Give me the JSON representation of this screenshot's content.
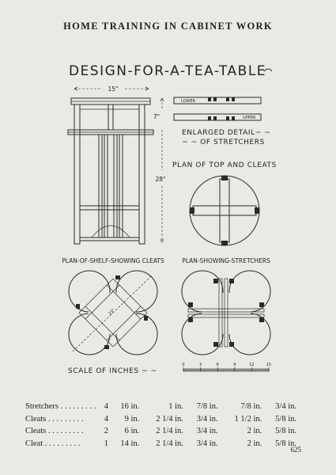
{
  "header": {
    "running_title": "HOME TRAINING IN CABINET WORK"
  },
  "drawing": {
    "title": "DESIGN-FOR-A-TEA-TABLE",
    "width_dim": "15\"",
    "height_dim": "28\"",
    "upper_dim": "7\"",
    "detail_lower": "LOWER",
    "detail_upper": "UPPER",
    "detail_caption_1": "ENLARGED DETAIL~ ~",
    "detail_caption_2": "~ ~ OF STRETCHERS",
    "plan_top_caption": "PLAN OF TOP AND CLEATS",
    "plan_shelf_caption": "PLAN-OF-SHELF-SHOWING CLEATS",
    "plan_stretchers_caption": "PLAN-SHOWING-STRETCHERS",
    "shelf_dim": "23\"",
    "scale_caption": "SCALE OF INCHES ~ ~",
    "scale_ticks": [
      "0",
      "3",
      "6",
      "9",
      "12",
      "15"
    ]
  },
  "materials": [
    {
      "part": "Stretchers",
      "qty": "4",
      "length": "16 in.",
      "width": "1 in.",
      "thick": "7/8 in.",
      "fin_w": "7/8 in.",
      "fin_t": "3/4 in."
    },
    {
      "part": "Cleats",
      "qty": "4",
      "length": "9 in.",
      "width": "2 1/4 in.",
      "thick": "3/4 in.",
      "fin_w": "1 1/2 in.",
      "fin_t": "5/8 in."
    },
    {
      "part": "Cleats",
      "qty": "2",
      "length": "6 in.",
      "width": "2 1/4 in.",
      "thick": "3/4 in.",
      "fin_w": "2 in.",
      "fin_t": "5/8 in."
    },
    {
      "part": "Cleat",
      "qty": "1",
      "length": "14 in.",
      "width": "2 1/4 in.",
      "thick": "3/4 in.",
      "fin_w": "2 in.",
      "fin_t": "5/8 in."
    }
  ],
  "page_number": "625"
}
